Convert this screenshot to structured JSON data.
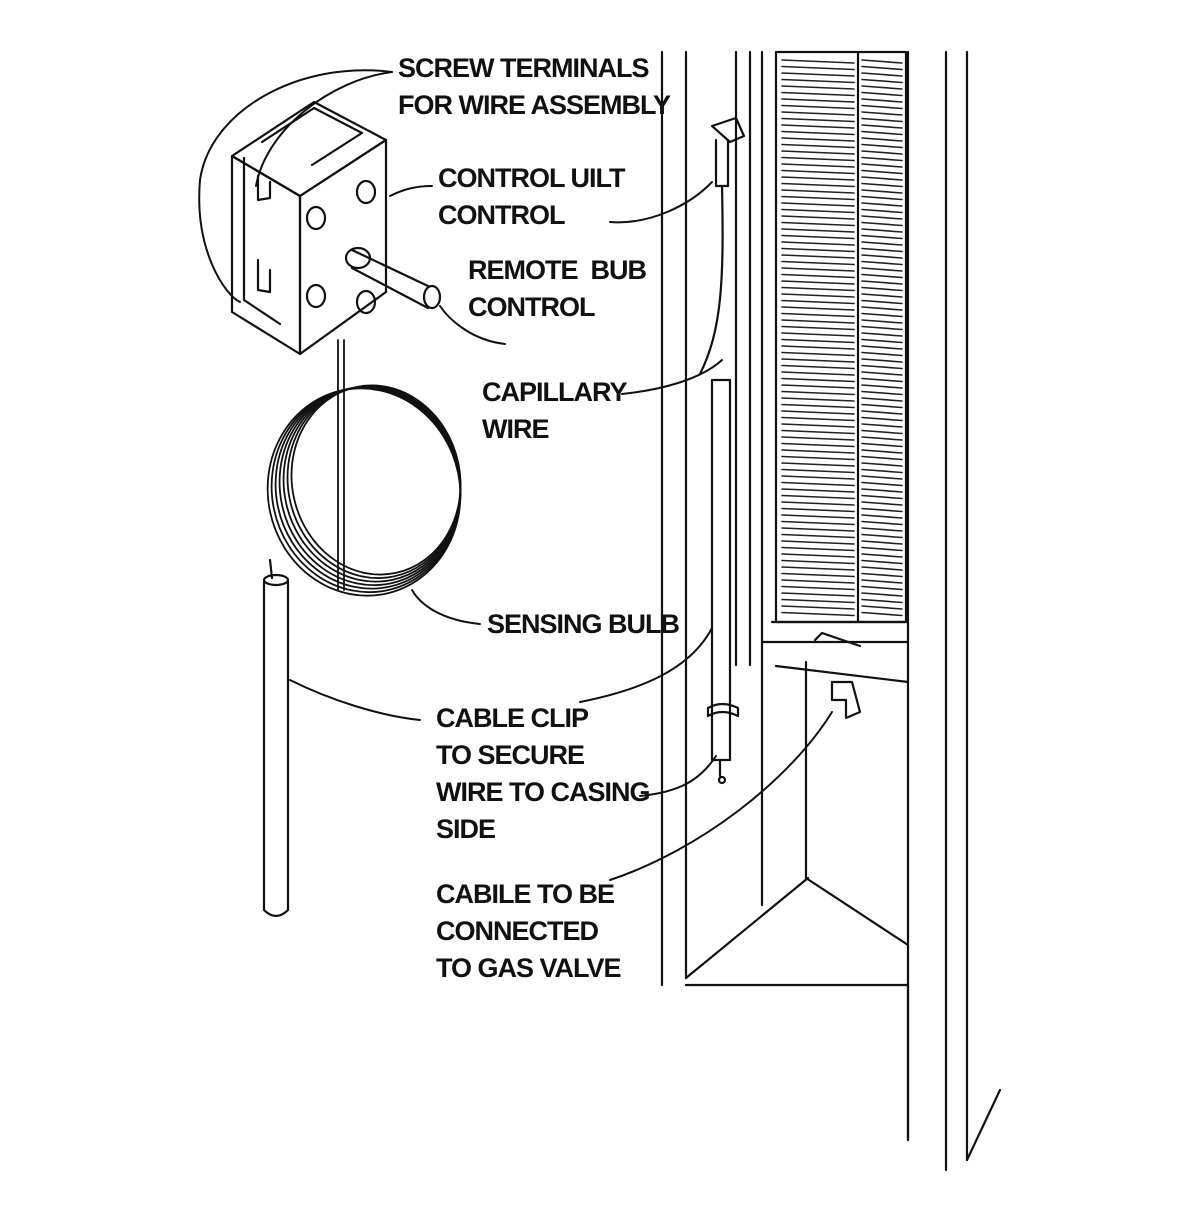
{
  "colors": {
    "ink": "#111111",
    "paper": "#ffffff",
    "louver": "#222222"
  },
  "labels": {
    "screw_terminals": [
      "SCREW TERMINALS",
      "FOR WIRE ASSEMBLY"
    ],
    "control_uilt": [
      "CONTROL UILT",
      "CONTROL"
    ],
    "remote_bub": [
      "REMOTE  BUB",
      "CONTROL"
    ],
    "capillary": [
      "CAPILLARY",
      "WIRE"
    ],
    "sensing_bulb": [
      "SENSING BULB"
    ],
    "cable_clip": [
      "CABLE CLIP",
      "TO SECURE",
      "WIRE TO CASING",
      "SIDE"
    ],
    "cabile": [
      "CABILE TO BE",
      "CONNECTED",
      "TO GAS VALVE"
    ]
  }
}
